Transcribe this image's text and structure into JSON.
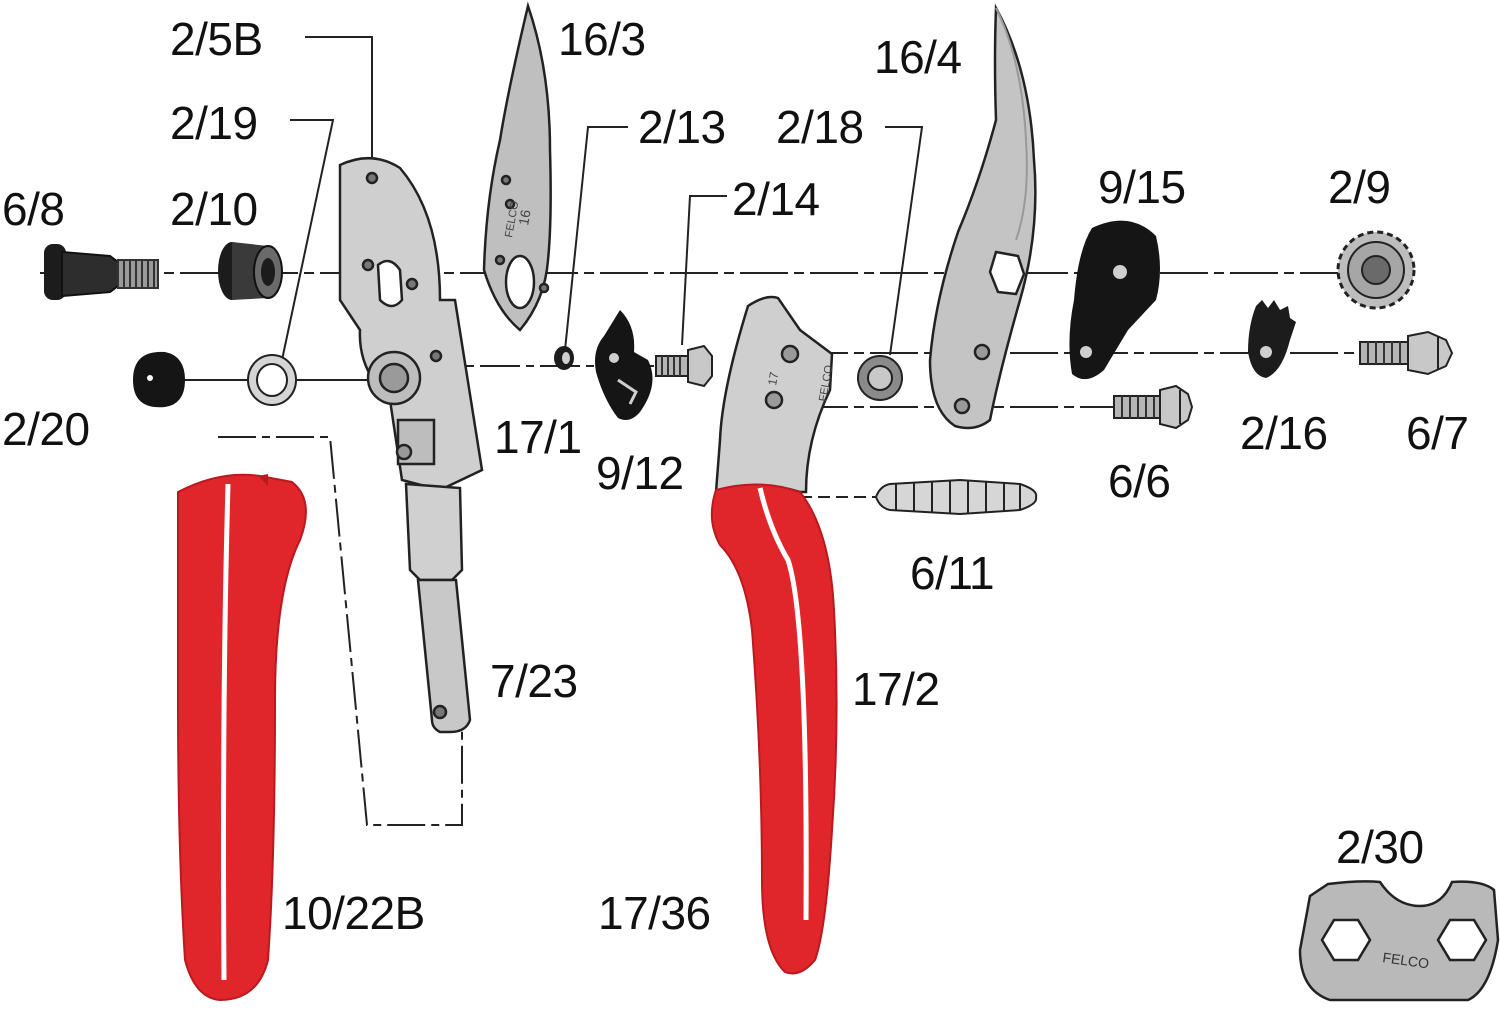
{
  "colors": {
    "metal_light": "#d9d9d9",
    "metal_mid": "#b8b8b8",
    "metal_dark": "#8f8f8f",
    "handle_red": "#e0262b",
    "handle_red_dark": "#b81a1f",
    "black_part": "#1c1c1c",
    "outline": "#222222",
    "line": "#222222",
    "background": "#ffffff"
  },
  "labels": {
    "p_2_5b": "2/5B",
    "p_16_3": "16/3",
    "p_16_4": "16/4",
    "p_2_19": "2/19",
    "p_2_13": "2/13",
    "p_2_18": "2/18",
    "p_6_8": "6/8",
    "p_2_10": "2/10",
    "p_2_14": "2/14",
    "p_9_15": "9/15",
    "p_2_9": "2/9",
    "p_2_20": "2/20",
    "p_17_1": "17/1",
    "p_9_12": "9/12",
    "p_6_6": "6/6",
    "p_2_16": "2/16",
    "p_6_7": "6/7",
    "p_6_11": "6/11",
    "p_7_23": "7/23",
    "p_17_2": "17/2",
    "p_10_22b": "10/22B",
    "p_17_36": "17/36",
    "p_2_30": "2/30"
  },
  "engravings": {
    "brand": "FELCO",
    "blade_number": "16",
    "handle_number": "17"
  }
}
